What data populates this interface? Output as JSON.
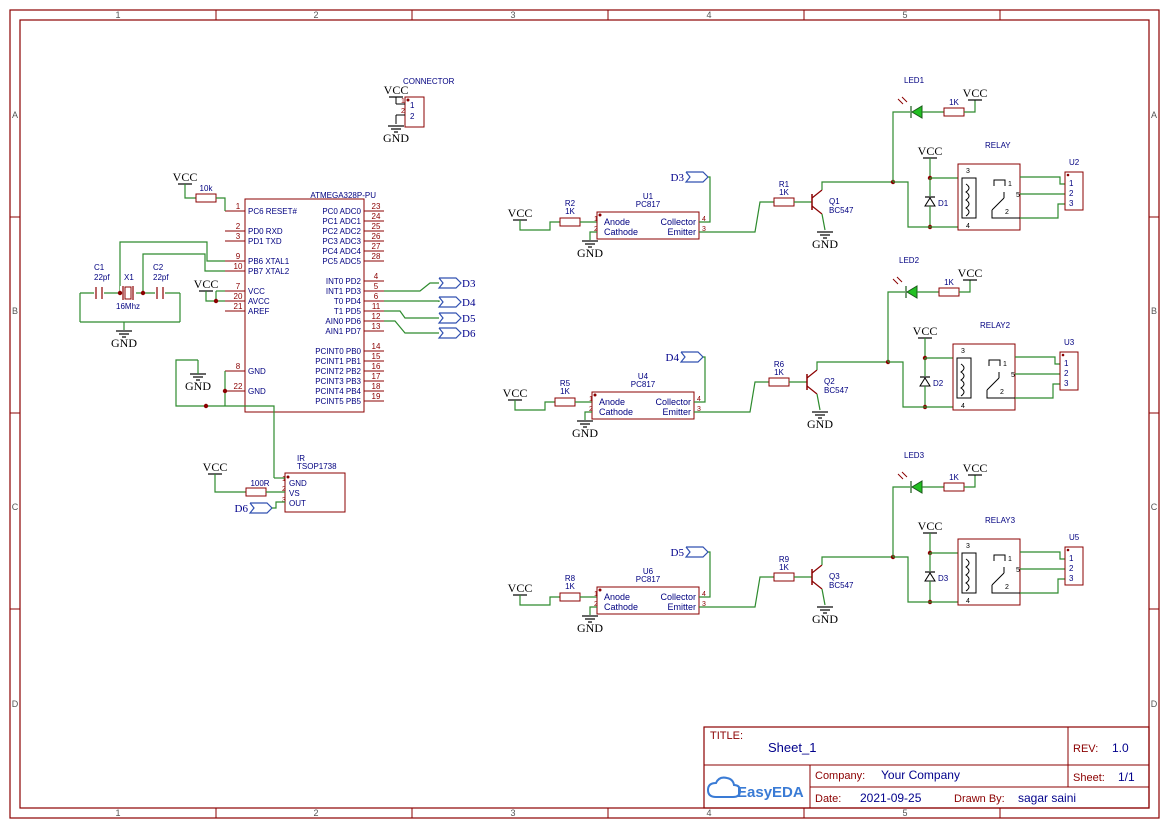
{
  "frame": {
    "col_labels": [
      "1",
      "2",
      "3",
      "4",
      "5"
    ],
    "row_labels": [
      "A",
      "B",
      "C",
      "D"
    ]
  },
  "title_block": {
    "title_label": "TITLE:",
    "title": "Sheet_1",
    "rev_label": "REV:",
    "rev": "1.0",
    "company_label": "Company:",
    "company": "Your Company",
    "sheet_label": "Sheet:",
    "sheet": "1/1",
    "date_label": "Date:",
    "date": "2021-09-25",
    "drawn_label": "Drawn By:",
    "drawn_by": "sagar saini",
    "logo": "EasyEDA"
  },
  "colors": {
    "border": "#8b0000",
    "wire": "#2e8b2e",
    "net_text": "#00008b",
    "comp_text": "#000080",
    "pin_num": "#8b0000",
    "led_fill": "#22c022"
  },
  "power": {
    "vcc": "VCC",
    "gnd": "GND"
  },
  "connector": {
    "title": "CONNECTOR",
    "pins": [
      "1",
      "2"
    ]
  },
  "mcu": {
    "name": "ATMEGA328P-PU",
    "left_pins": [
      {
        "num": "1",
        "label": "PC6 RESET#"
      },
      {
        "num": "2",
        "label": "PD0 RXD"
      },
      {
        "num": "3",
        "label": "PD1 TXD"
      },
      {
        "num": "9",
        "label": "PB6 XTAL1"
      },
      {
        "num": "10",
        "label": "PB7 XTAL2"
      },
      {
        "num": "7",
        "label": "VCC"
      },
      {
        "num": "20",
        "label": "AVCC"
      },
      {
        "num": "21",
        "label": "AREF"
      },
      {
        "num": "8",
        "label": "GND"
      },
      {
        "num": "22",
        "label": "GND"
      }
    ],
    "right_pins": [
      {
        "num": "23",
        "label": "PC0 ADC0"
      },
      {
        "num": "24",
        "label": "PC1 ADC1"
      },
      {
        "num": "25",
        "label": "PC2 ADC2"
      },
      {
        "num": "26",
        "label": "PC3 ADC3"
      },
      {
        "num": "27",
        "label": "PC4 ADC4"
      },
      {
        "num": "28",
        "label": "PC5 ADC5"
      },
      {
        "num": "4",
        "label": "INT0 PD2"
      },
      {
        "num": "5",
        "label": "INT1 PD3"
      },
      {
        "num": "6",
        "label": "T0 PD4"
      },
      {
        "num": "11",
        "label": "T1 PD5"
      },
      {
        "num": "12",
        "label": "AIN0 PD6"
      },
      {
        "num": "13",
        "label": "AIN1 PD7"
      },
      {
        "num": "14",
        "label": "PCINT0 PB0"
      },
      {
        "num": "15",
        "label": "PCINT1 PB1"
      },
      {
        "num": "16",
        "label": "PCINT2 PB2"
      },
      {
        "num": "17",
        "label": "PCINT3 PB3"
      },
      {
        "num": "18",
        "label": "PCINT4 PB4"
      },
      {
        "num": "19",
        "label": "PCINT5 PB5"
      }
    ]
  },
  "reset_res": "10k",
  "crystal": {
    "c1_ref": "C1",
    "c1_val": "22pf",
    "x_ref": "X1",
    "x_val": "16Mhz",
    "c2_ref": "C2",
    "c2_val": "22pf"
  },
  "ir": {
    "ref": "IR",
    "name": "TSOP1738",
    "res": "100R",
    "pins": [
      "GND",
      "VS",
      "OUT"
    ],
    "pin_nums": [
      "1",
      "2",
      "3"
    ]
  },
  "net_flags": {
    "d3": "D3",
    "d4": "D4",
    "d5": "D5",
    "d6": "D6"
  },
  "channels": [
    {
      "led": "LED1",
      "led_res": "1K",
      "relay": "RELAY",
      "conn": "U2",
      "opto_ref": "U1",
      "opto_name": "PC817",
      "in_res_ref": "R2",
      "in_res_val": "1K",
      "base_res_ref": "R1",
      "base_res_val": "1K",
      "q_ref": "Q1",
      "q_name": "BC547",
      "diode": "D1",
      "net": "D3"
    },
    {
      "led": "LED2",
      "led_res": "1K",
      "relay": "RELAY2",
      "conn": "U3",
      "opto_ref": "U4",
      "opto_name": "PC817",
      "in_res_ref": "R5",
      "in_res_val": "1K",
      "base_res_ref": "R6",
      "base_res_val": "1K",
      "q_ref": "Q2",
      "q_name": "BC547",
      "diode": "D2",
      "net": "D4"
    },
    {
      "led": "LED3",
      "led_res": "1K",
      "relay": "RELAY3",
      "conn": "U5",
      "opto_ref": "U6",
      "opto_name": "PC817",
      "in_res_ref": "R8",
      "in_res_val": "1K",
      "base_res_ref": "R9",
      "base_res_val": "1K",
      "q_ref": "Q3",
      "q_name": "BC547",
      "diode": "D3",
      "net": "D5"
    }
  ],
  "opto_pins": {
    "anode": "Anode",
    "cathode": "Cathode",
    "collector": "Collector",
    "emitter": "Emitter"
  },
  "relay_pins": [
    "3",
    "1",
    "5",
    "4",
    "2"
  ],
  "conn_pins": [
    "1",
    "2",
    "3"
  ]
}
